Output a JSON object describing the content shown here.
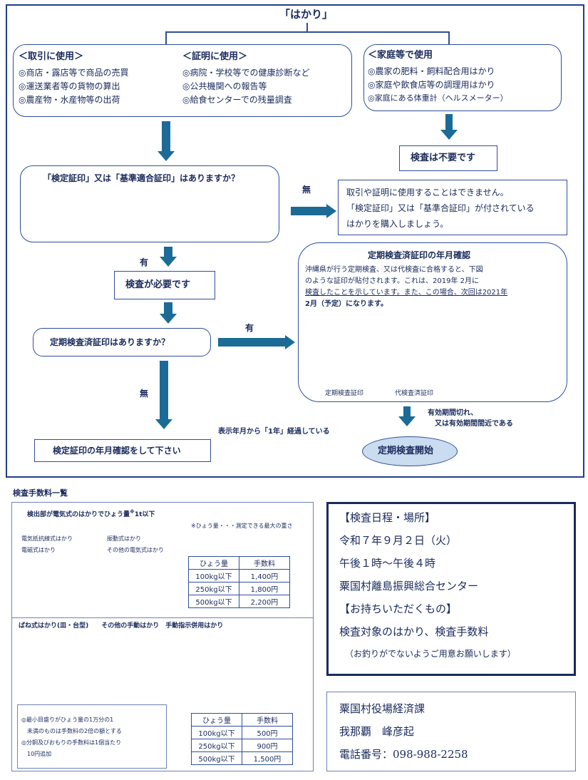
{
  "flow": {
    "title": "「はかり」",
    "trade": {
      "heading": "＜取引に使用＞",
      "items": [
        "◎商店・露店等で商品の売買",
        "◎運送業者等の貨物の算出",
        "◎農産物・水産物等の出荷"
      ]
    },
    "cert": {
      "heading": "＜証明に使用＞",
      "items": [
        "◎病院・学校等での健康診断など",
        "◎公共機関への報告等",
        "◎給食センターでの残量調査"
      ]
    },
    "home": {
      "heading": "＜家庭等で使用",
      "items": [
        "◎農家の肥料・飼料配合用はかり",
        "◎家庭や飲食店等の調理用はかり",
        "◎家庭にある体重計（ヘルスメーター）"
      ]
    },
    "no_inspection": "検査は不要です",
    "q_seal": "「検定証印」又は「基準適合証印」はありますか？",
    "label_none_1": "無",
    "cannot_use": [
      "取引や証明に使用することはできません。",
      "「検定証印」又は「基準合証印」が付されている",
      "はかりを購入しましょう。"
    ],
    "label_yes_1": "有",
    "inspection_needed": "検査が必要です",
    "q_periodic": "定期検査済証印はありますか？",
    "label_yes_2": "有",
    "label_none_2": "無",
    "confirm": {
      "title": "定期検査済証印の年月確認",
      "body": [
        "沖縄県が行う定期検査、又は代検査に合格すると、下図",
        "のような証印が貼付されます。これは、2019年 2月に",
        "検査したことを示しています。また、この場合、次回は2021年",
        "2月（予定）になります。"
      ],
      "caption_left": "定期検査証印",
      "caption_right": "代検査済証印"
    },
    "expired_note": [
      "有効期間切れ、",
      "又は有効期間間近である"
    ],
    "elapsed_note": "表示年月から「1年」経過している",
    "check_seal_date": "検定証印の年月確認をして下さい",
    "start": "定期検査開始"
  },
  "fees": {
    "title": "検査手数料一覧",
    "electric": {
      "heading": "検出部が電気式のはかりでひょう量",
      "heading_sup": "※",
      "heading_tail": "1t以下",
      "note": "※ひょう量・・・測定できる最大の重さ",
      "types": [
        "電気抵抗線式はかり",
        "振動式はかり",
        "電磁式はかり",
        "その他の電気式はかり"
      ],
      "table": {
        "headers": [
          "ひょう量",
          "手数料"
        ],
        "rows": [
          [
            "100kg以下",
            "1,400円"
          ],
          [
            "250kg以下",
            "1,800円"
          ],
          [
            "500kg以下",
            "2,200円"
          ]
        ]
      }
    },
    "spring": {
      "heading": "ばね式はかり(皿・台型)　　その他の手動はかり　手動指示併用はかり",
      "notes": [
        "◎最小目盛りがひょう量の1万分の1",
        "　未満のものは手数料の2倍の額とする",
        "◎分銅及びおもりの手数料は1個当たり",
        "　10円追加"
      ],
      "table": {
        "headers": [
          "ひょう量",
          "手数料"
        ],
        "rows": [
          [
            "100kg以下",
            "500円"
          ],
          [
            "250kg以下",
            "900円"
          ],
          [
            "500kg以下",
            "1,500円"
          ]
        ]
      }
    }
  },
  "schedule": {
    "heading": "【検査日程・場所】",
    "date": "令和７年９月２日（火）",
    "time": "午後１時～午後４時",
    "place": "粟国村離島振興総合センター",
    "bring_heading": "【お持ちいただくもの】",
    "bring_items": "検査対象のはかり、検査手数料",
    "bring_note": "（お釣りがでないようご用意お願いします）"
  },
  "contact": {
    "dept": "粟国村役場経済課",
    "person": "我那覇　峰彦起",
    "phone": "電話番号：098-988-2258"
  }
}
